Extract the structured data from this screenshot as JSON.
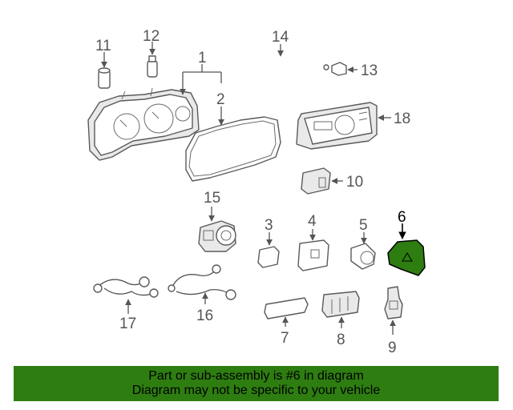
{
  "callouts": {
    "c1": "1",
    "c2": "2",
    "c3": "3",
    "c4": "4",
    "c5": "5",
    "c6": "6",
    "c7": "7",
    "c8": "8",
    "c9": "9",
    "c10": "10",
    "c11": "11",
    "c12": "12",
    "c13": "13",
    "c14": "14",
    "c15": "15",
    "c16": "16",
    "c17": "17",
    "c18": "18"
  },
  "highlight_color": "#2e7d11",
  "banner": {
    "line1": "Part or sub-assembly is #6 in diagram",
    "line2": "Diagram may not be specific to your vehicle",
    "color": "#2e7d11"
  }
}
